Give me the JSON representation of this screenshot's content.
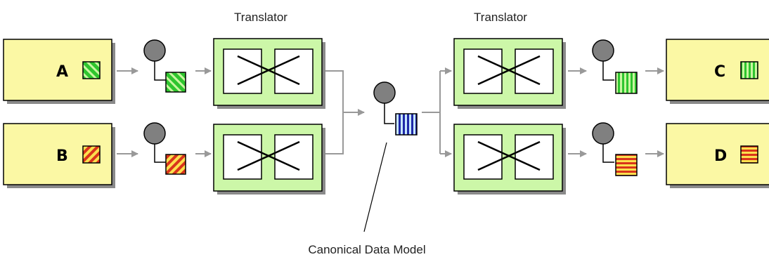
{
  "labels": {
    "translator_left": "Translator",
    "translator_right": "Translator",
    "canonical": "Canonical Data Model"
  },
  "apps": {
    "a": "A",
    "b": "B",
    "c": "C",
    "d": "D"
  },
  "icons": {
    "pipe": "gray-circle-pipe-icon",
    "translator": "cross-translator-icon",
    "message_green": "green-diagonal-message-icon",
    "message_red": "red-diagonal-message-icon",
    "message_canonical": "blue-vertical-message-icon",
    "message_c": "green-vertical-message-icon",
    "message_d": "red-horizontal-message-icon"
  },
  "colors": {
    "app_fill": "#fbf8a4",
    "translator_fill": "#ccf7a8",
    "arrow": "#999999",
    "pipe": "#808080",
    "green_msg": "#2ec52e",
    "red_msg": "#d9341b",
    "yellow_stripe": "#fce04e",
    "blue_msg": "#1e28a8",
    "light_msg": "#c8e8ff"
  }
}
